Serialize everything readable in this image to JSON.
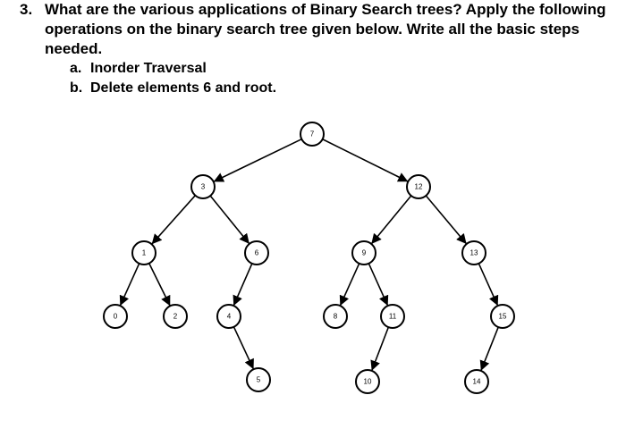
{
  "question": {
    "number": "3.",
    "text": "What are the various applications of Binary Search trees? Apply the following operations on the binary search tree given below. Write all the basic steps needed.",
    "items": [
      {
        "letter": "a.",
        "text": "Inorder Traversal"
      },
      {
        "letter": "b.",
        "text": "Delete elements 6 and root."
      }
    ]
  },
  "tree": {
    "nodes": [
      {
        "id": "n7",
        "label": "7"
      },
      {
        "id": "n3",
        "label": "3"
      },
      {
        "id": "n12",
        "label": "12"
      },
      {
        "id": "n1",
        "label": "1"
      },
      {
        "id": "n6",
        "label": "6"
      },
      {
        "id": "n9",
        "label": "9"
      },
      {
        "id": "n13",
        "label": "13"
      },
      {
        "id": "n0",
        "label": "0"
      },
      {
        "id": "n2",
        "label": "2"
      },
      {
        "id": "n4",
        "label": "4"
      },
      {
        "id": "n8",
        "label": "8"
      },
      {
        "id": "n11",
        "label": "11"
      },
      {
        "id": "n15",
        "label": "15"
      },
      {
        "id": "n5",
        "label": "5"
      },
      {
        "id": "n10",
        "label": "10"
      },
      {
        "id": "n14",
        "label": "14"
      }
    ],
    "edges": [
      [
        "n7",
        "n3"
      ],
      [
        "n7",
        "n12"
      ],
      [
        "n3",
        "n1"
      ],
      [
        "n3",
        "n6"
      ],
      [
        "n12",
        "n9"
      ],
      [
        "n12",
        "n13"
      ],
      [
        "n1",
        "n0"
      ],
      [
        "n1",
        "n2"
      ],
      [
        "n6",
        "n4"
      ],
      [
        "n9",
        "n8"
      ],
      [
        "n9",
        "n11"
      ],
      [
        "n13",
        "n15"
      ],
      [
        "n4",
        "n5"
      ],
      [
        "n11",
        "n10"
      ],
      [
        "n15",
        "n14"
      ]
    ]
  }
}
